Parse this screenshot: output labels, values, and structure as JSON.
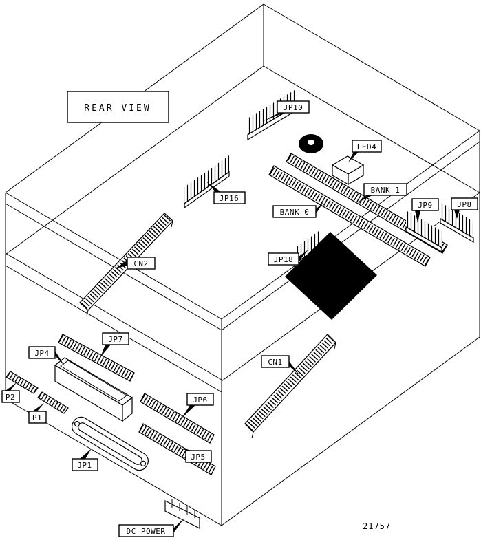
{
  "figure": {
    "view_label": "REAR VIEW",
    "figure_number": "21757"
  },
  "callouts": {
    "jp10": "JP10",
    "led4": "LED4",
    "bank1": "BANK 1",
    "bank0": "BANK 0",
    "jp9": "JP9",
    "jp8": "JP8",
    "jp16": "JP16",
    "jp18": "JP18",
    "cn2": "CN2",
    "cn1": "CN1",
    "jp7": "JP7",
    "jp4": "JP4",
    "jp6": "JP6",
    "jp5": "JP5",
    "jp1": "JP1",
    "p2": "P2",
    "p1": "P1",
    "dc_power": "DC POWER"
  },
  "colors": {
    "line": "#000000",
    "background": "#ffffff",
    "chip": "#000000"
  }
}
